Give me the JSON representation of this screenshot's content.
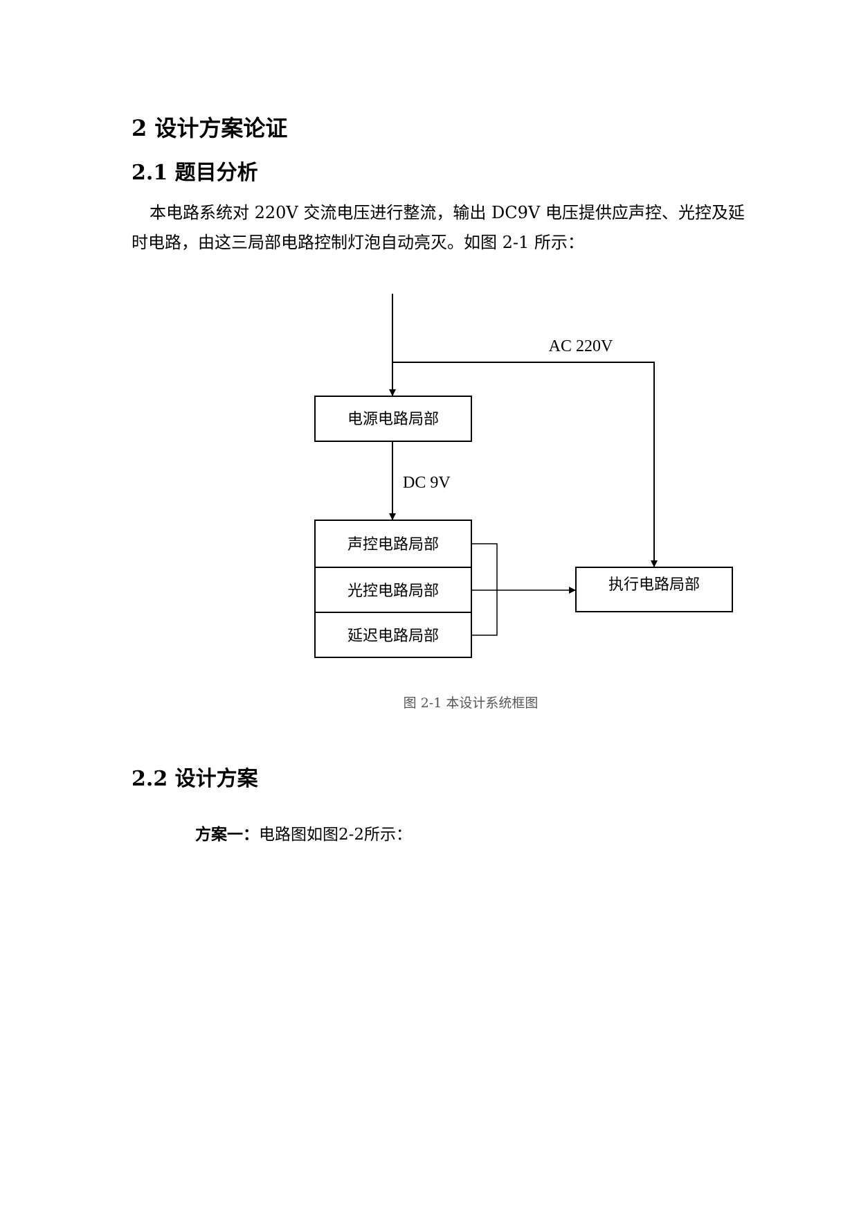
{
  "headings": {
    "chapter": "2 设计方案论证",
    "section_2_1": "2.1 题目分析",
    "section_2_2": "2.2 设计方案"
  },
  "paragraph": {
    "line1": "本电路系统对 220V 交流电压进行整流，输出 DC9V 电压提供应声控、光控及延",
    "line2": "时电路，由这三局部电路控制灯泡自动亮灭。如图 2-1 所示："
  },
  "diagram": {
    "ac_label": "AC 220V",
    "dc_label": "DC 9V",
    "power_block": "电源电路局部",
    "sound_block": "声控电路局部",
    "light_block": "光控电路局部",
    "delay_block": "延迟电路局部",
    "exec_block": "执行电路局部",
    "caption": "图 2-1  本设计系统框图"
  },
  "scheme": {
    "label": "方案一：",
    "text": "电路图如图2-2所示："
  }
}
